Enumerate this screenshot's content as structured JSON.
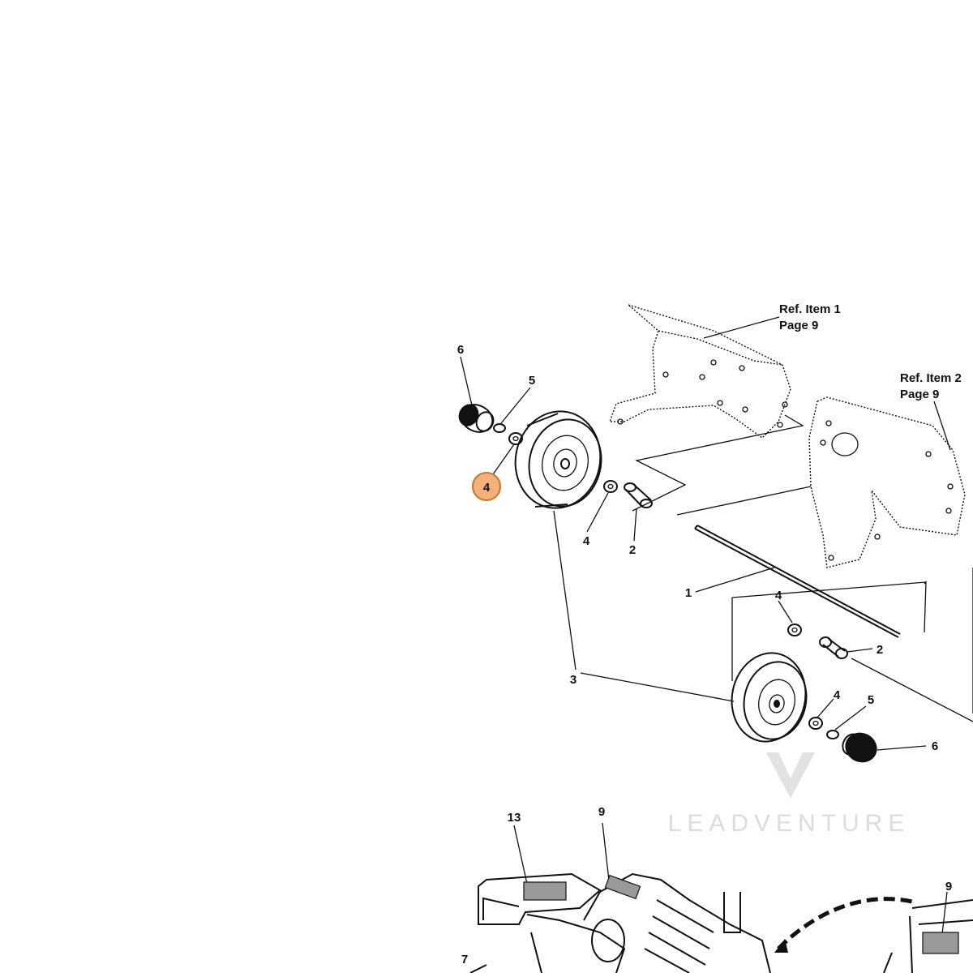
{
  "diagram": {
    "refs": [
      {
        "id": "ref-item-1",
        "line1": "Ref. Item 1",
        "line2": "Page  9"
      },
      {
        "id": "ref-item-2",
        "line1": "Ref. Item 2",
        "line2": "Page  9"
      }
    ],
    "part_labels": {
      "shaft": "1",
      "spacer_upper": "2",
      "spacer_lower": "2",
      "wheels": "3",
      "washer_upper_outer": "4",
      "washer_upper_inner": "4",
      "washer_lower_inner": "4",
      "washer_lower_outer": "4",
      "clip_upper": "5",
      "clip_lower": "5",
      "cap_upper": "6",
      "cap_lower": "6",
      "machine_left": "7",
      "decal_9a": "9",
      "decal_9b": "9",
      "decal_13": "13"
    },
    "highlight": {
      "label": "4",
      "color": "#f2b17a",
      "border": "#c87427"
    },
    "watermark": "LEADVENTURE"
  }
}
